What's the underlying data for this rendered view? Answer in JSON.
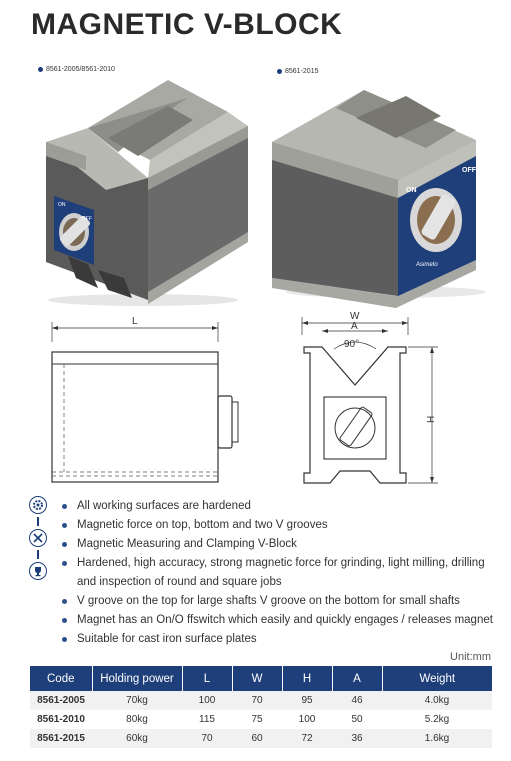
{
  "title": "MAGNETIC V-BLOCK",
  "photos": {
    "left_label": "8561-2005/8561-2010",
    "right_label": "8561-2015",
    "dial_on": "ON",
    "dial_off": "OFF",
    "brand": "Asimeto"
  },
  "drawing": {
    "dim_L": "L",
    "dim_W": "W",
    "dim_A": "A",
    "dim_angle": "90°",
    "dim_H": "H"
  },
  "features": [
    "All working surfaces are hardened",
    "Magnetic force on top, bottom and two V grooves",
    "Magnetic Measuring and Clamping V-Block",
    "Hardened, high accuracy, strong magnetic force for grinding, light milling, drilling and inspection of round and square jobs",
    "V groove on the top for large shafts V groove on the bottom for small shafts",
    "Magnet has an On/O ffswitch which easily and quickly engages / releases magnet",
    "Suitable for cast iron surface plates"
  ],
  "unit_label": "Unit:mm",
  "table": {
    "headers": [
      "Code",
      "Holding power",
      "L",
      "W",
      "H",
      "A",
      "Weight"
    ],
    "rows": [
      [
        "8561-2005",
        "70kg",
        "100",
        "70",
        "95",
        "46",
        "4.0kg"
      ],
      [
        "8561-2010",
        "80kg",
        "115",
        "75",
        "100",
        "50",
        "5.2kg"
      ],
      [
        "8561-2015",
        "60kg",
        "70",
        "60",
        "72",
        "36",
        "1.6kg"
      ]
    ]
  },
  "colors": {
    "accent": "#1f3f7b",
    "body": "#5e5e5e"
  }
}
